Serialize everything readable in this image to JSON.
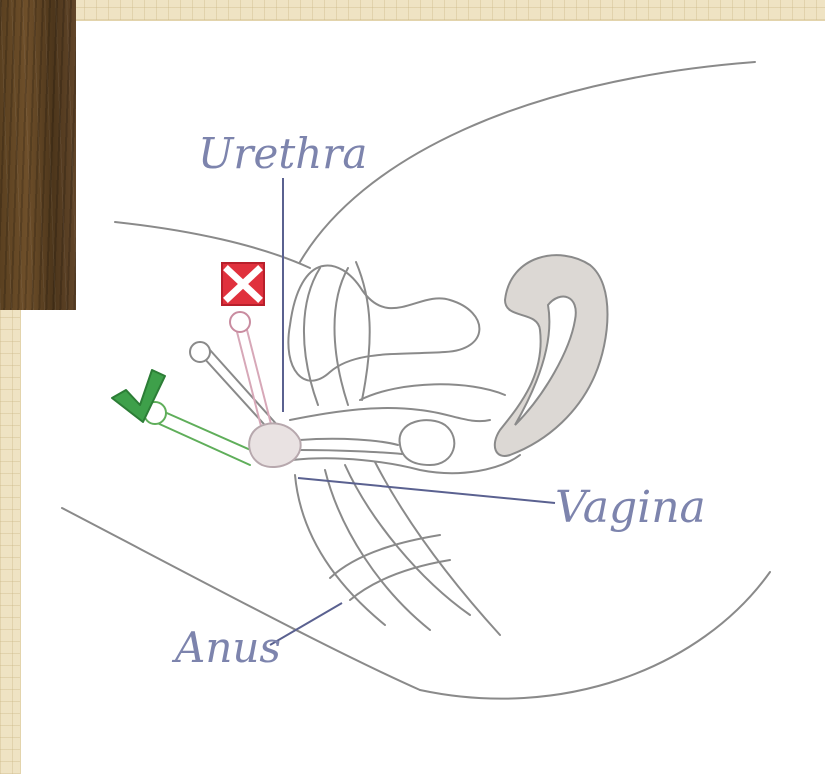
{
  "labels": {
    "urethra": "Urethra",
    "vagina": "Vagina",
    "anus": "Anus"
  },
  "icons": {
    "correct": "check-mark-icon",
    "wrong": "x-mark-icon"
  },
  "colors": {
    "outline": "#8a8a8a",
    "label": "#7d84ad",
    "wrong": "#e0313d",
    "correct": "#3ea04a",
    "uterus_fill": "#dcd8d4",
    "wrong_probe": "#d7a8b8",
    "correct_probe": "#5fae5a"
  }
}
